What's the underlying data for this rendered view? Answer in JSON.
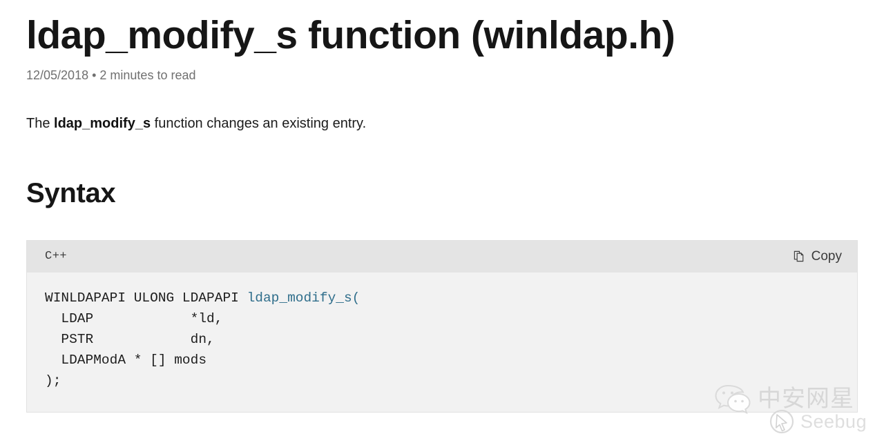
{
  "article": {
    "title": "ldap_modify_s function (winldap.h)",
    "date": "12/05/2018",
    "separator": "•",
    "read_time": "2 minutes to read",
    "intro": {
      "before": "The ",
      "bold": "ldap_modify_s",
      "after": " function changes an existing entry."
    },
    "section_heading": "Syntax"
  },
  "code_block": {
    "language_label": "C++",
    "copy_label": "Copy",
    "copy_icon": "copy-icon",
    "lines": {
      "line1_prefix": "WINLDAPAPI ULONG LDAPAPI ",
      "line1_function": "ldap_modify_s(",
      "rest": "\n  LDAP            *ld,\n  PSTR            dn,\n  LDAPModA * [] mods\n);"
    },
    "function_color": "#2f6e8b",
    "header_bg": "#e4e4e4",
    "body_bg": "#f2f2f2"
  },
  "watermark": {
    "wechat_icon": "wechat-icon",
    "brand_cn": "中安网星",
    "seebug_mark_icon": "seebug-logo-icon",
    "seebug_text": "Seebug"
  }
}
